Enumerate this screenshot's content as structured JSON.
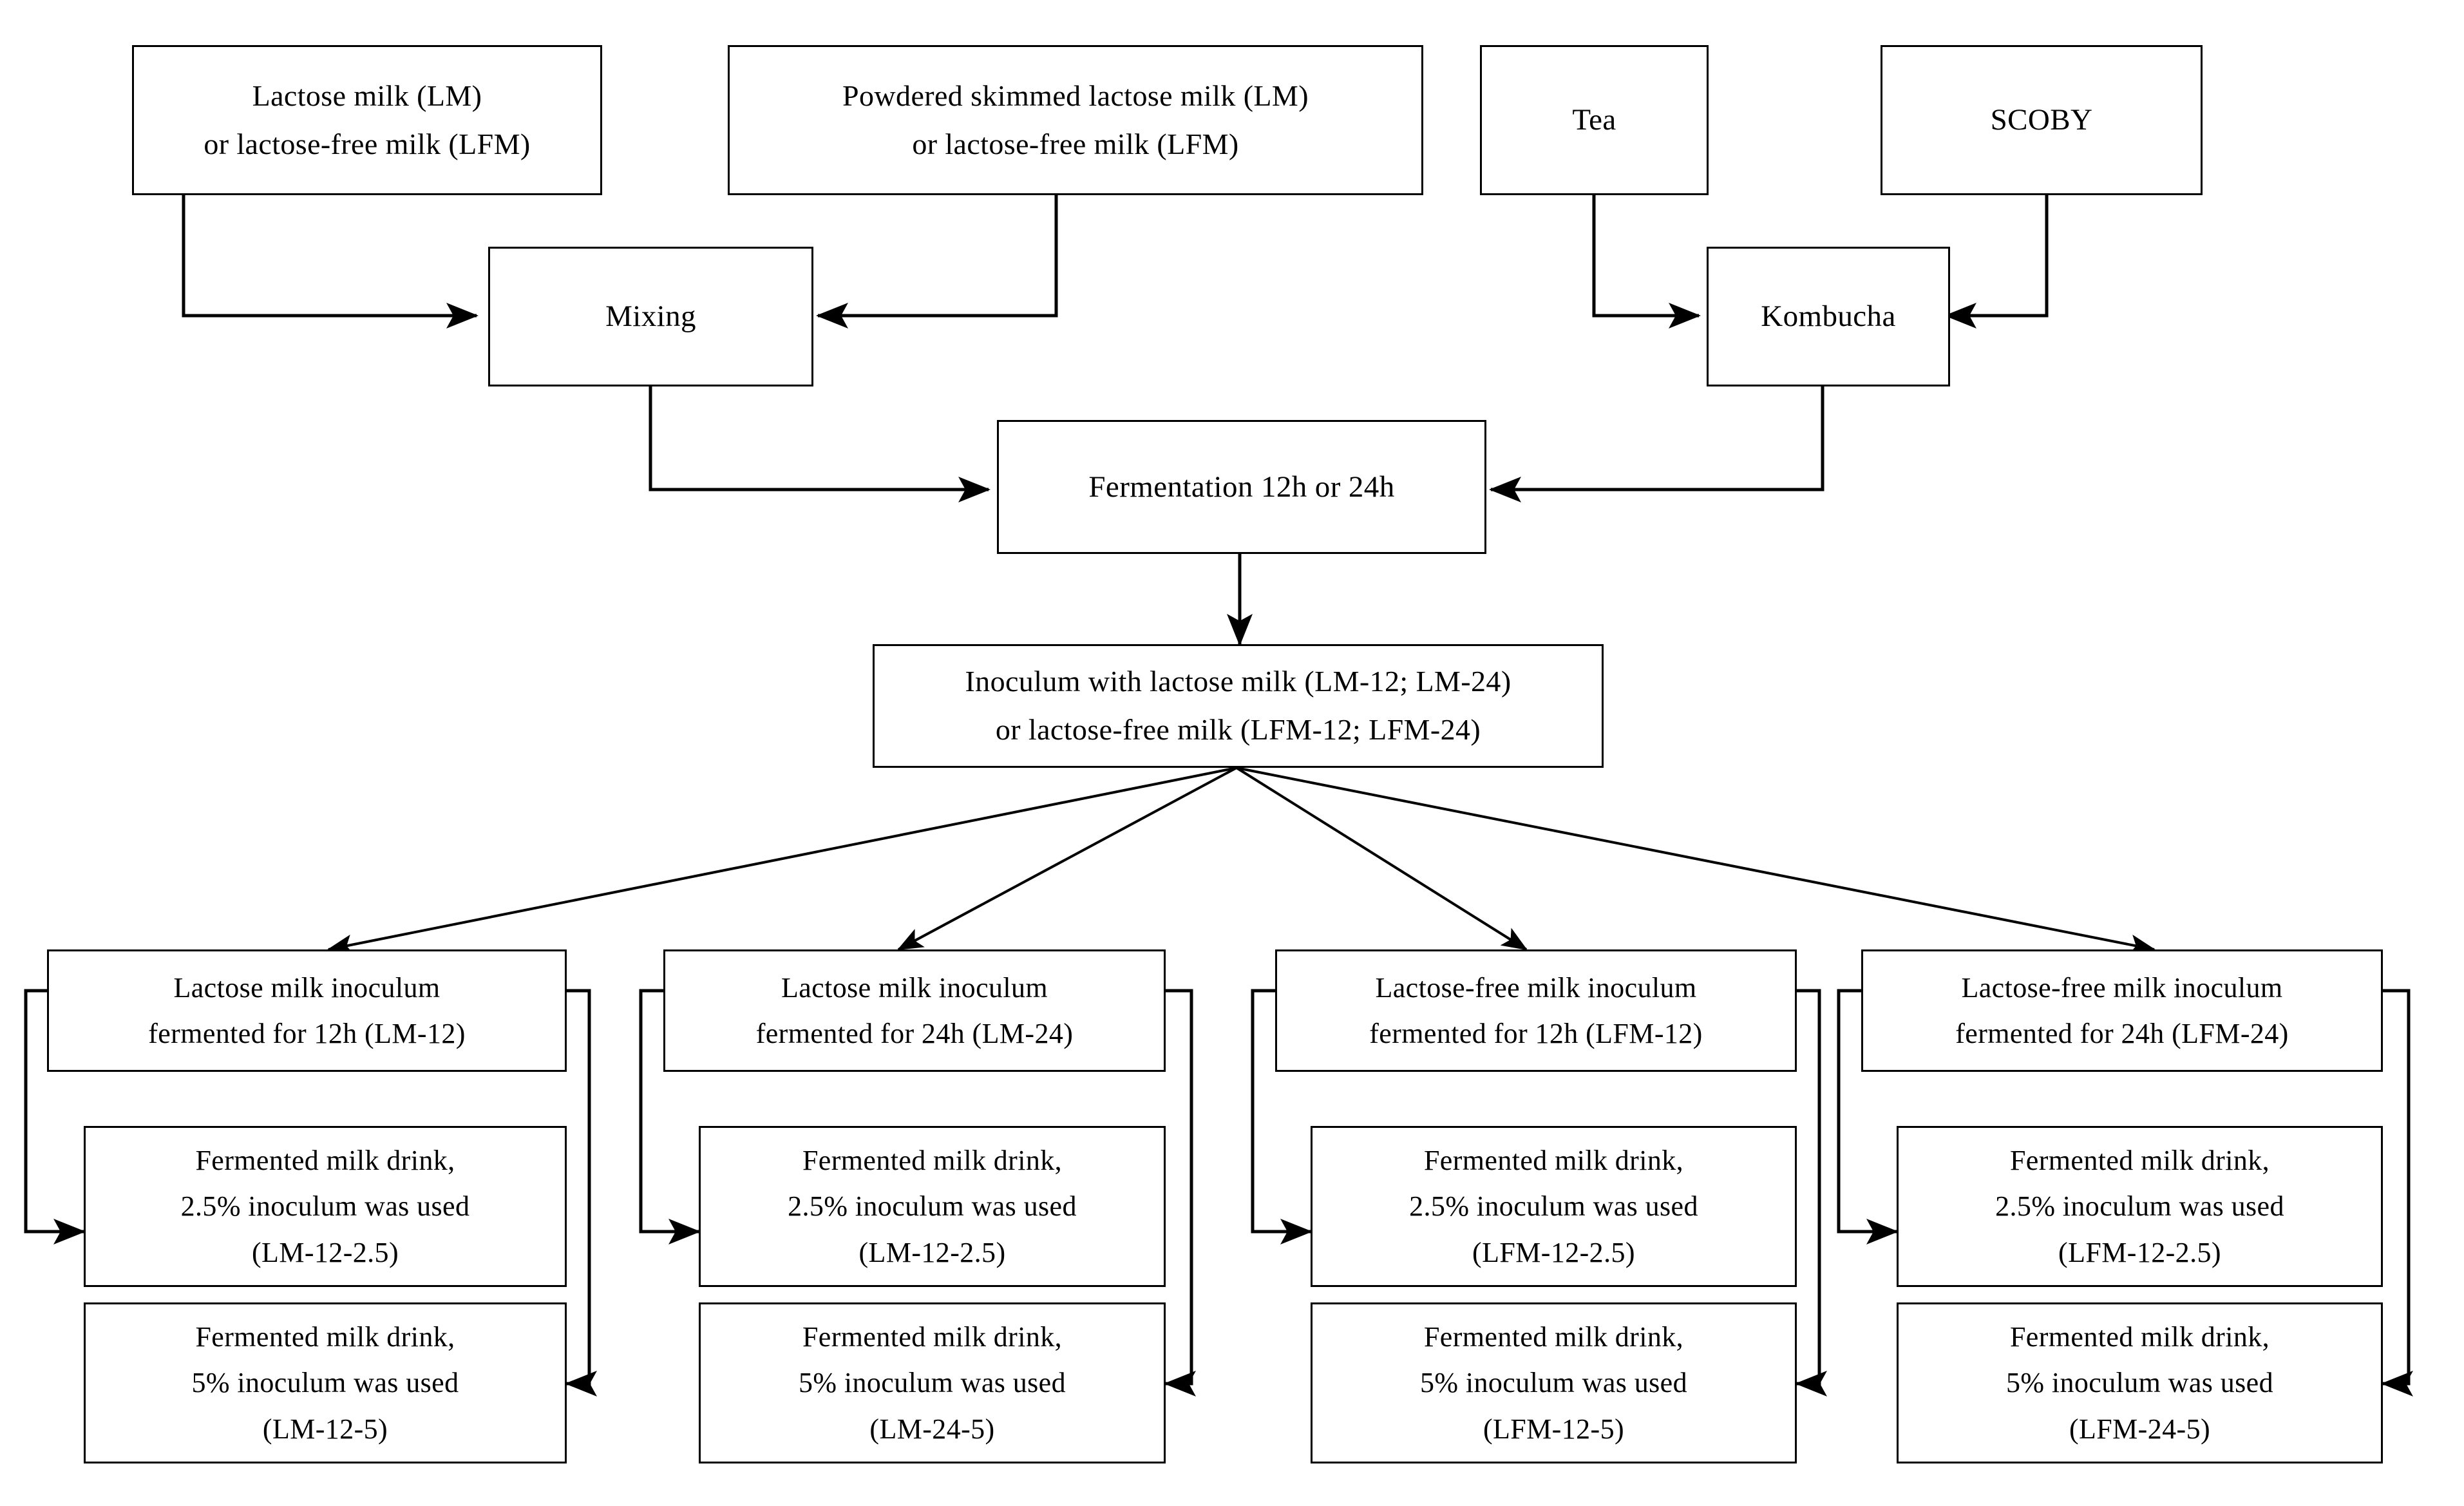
{
  "diagram": {
    "title": "Fermented milk drink production flowchart",
    "stroke_color": "#000000",
    "background_color": "#ffffff",
    "nodes": {
      "lactose_milk": {
        "line1": "Lactose milk (LM)",
        "line2": "or lactose-free  milk (LFM)"
      },
      "powdered_milk": {
        "line1": "Powdered  skimmed lactose milk (LM)",
        "line2": "or lactose-free  milk (LFM)"
      },
      "tea": {
        "line1": "Tea"
      },
      "scoby": {
        "line1": "SCOBY"
      },
      "mixing": {
        "line1": "Mixing"
      },
      "kombucha": {
        "line1": "Kombucha"
      },
      "fermentation": {
        "line1": "Fermentation  12h or 24h"
      },
      "inoculum": {
        "line1": "Inoculum  with lactose milk (LM-12; LM-24)",
        "line2": "or lactose-free  milk (LFM-12; LFM-24)"
      },
      "lm12": {
        "line1": "Lactose milk inoculum",
        "line2": "fermented  for 12h (LM-12)"
      },
      "lm12_25": {
        "line1": "Fermented  milk drink,",
        "line2": "2.5% inoculum  was used",
        "line3": "(LM-12-2.5)"
      },
      "lm12_5": {
        "line1": "Fermented  milk drink,",
        "line2": "5% inoculum  was used",
        "line3": "(LM-12-5)"
      },
      "lm24": {
        "line1": "Lactose milk inoculum",
        "line2": "fermented  for 24h (LM-24)"
      },
      "lm24_25": {
        "line1": "Fermented  milk drink,",
        "line2": "2.5% inoculum  was used",
        "line3": "(LM-12-2.5)"
      },
      "lm24_5": {
        "line1": "Fermented  milk drink,",
        "line2": "5% inoculum  was used",
        "line3": "(LM-24-5)"
      },
      "lfm12": {
        "line1": "Lactose-free  milk inoculum",
        "line2": "fermented  for 12h (LFM-12)"
      },
      "lfm12_25": {
        "line1": "Fermented  milk drink,",
        "line2": "2.5% inoculum  was used",
        "line3": "(LFM-12-2.5)"
      },
      "lfm12_5": {
        "line1": "Fermented  milk drink,",
        "line2": "5% inoculum  was used",
        "line3": "(LFM-12-5)"
      },
      "lfm24": {
        "line1": "Lactose-free  milk inoculum",
        "line2": "fermented  for 24h (LFM-24)"
      },
      "lfm24_25": {
        "line1": "Fermented  milk drink,",
        "line2": "2.5% inoculum  was used",
        "line3": "(LFM-12-2.5)"
      },
      "lfm24_5": {
        "line1": "Fermented  milk drink,",
        "line2": "5% inoculum  was used",
        "line3": "(LFM-24-5)"
      }
    }
  }
}
